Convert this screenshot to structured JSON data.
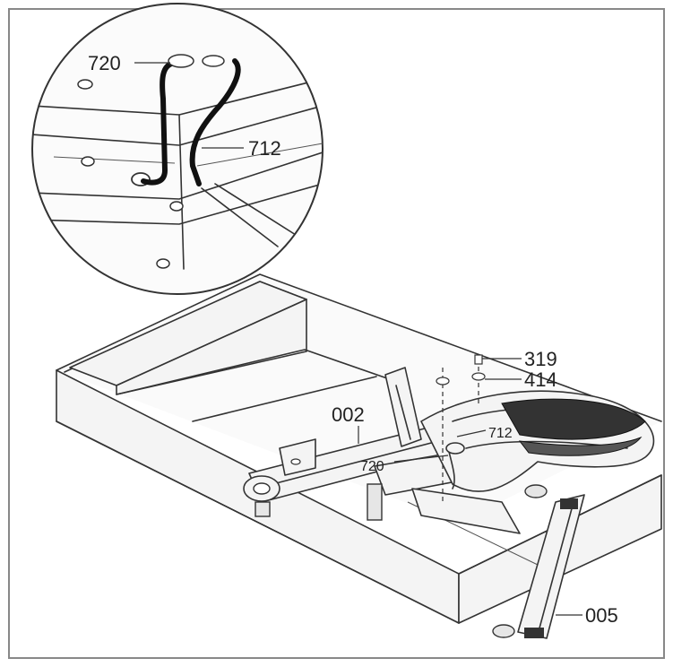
{
  "figure": {
    "detail_labels": {
      "hose_top": "720",
      "hose_right": "712"
    },
    "main_labels": {
      "bolt": "319",
      "washer": "414",
      "frame_rail": "002",
      "hose_upper": "712",
      "hose_lower": "720",
      "rear_stabilizer": "005"
    }
  }
}
